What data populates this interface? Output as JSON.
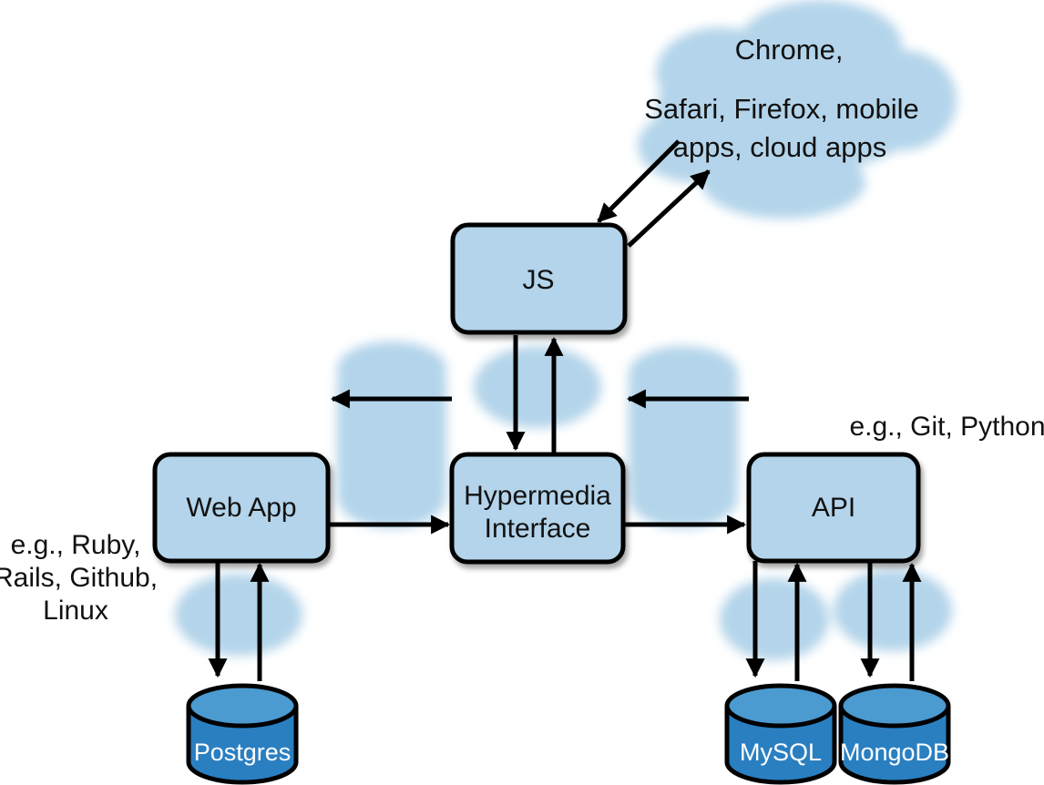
{
  "diagram": {
    "nodes": {
      "js": {
        "label": "JS"
      },
      "hypermedia": {
        "label_line1": "Hypermedia",
        "label_line2": "Interface"
      },
      "webapp": {
        "label": "Web App"
      },
      "api": {
        "label": "API"
      }
    },
    "databases": {
      "postgres": {
        "label": "Postgres"
      },
      "mysql": {
        "label": "MySQL"
      },
      "mongodb": {
        "label": "MongoDB"
      }
    },
    "cloud": {
      "line1": "Chrome,",
      "line2": "Safari, Firefox, mobile",
      "line3": "apps, cloud apps"
    },
    "annotations": {
      "webapp_examples": {
        "line1": "e.g., Ruby,",
        "line2": "Rails, Github,",
        "line3": "Linux"
      },
      "api_examples": {
        "line1": "e.g., Git, Python"
      }
    },
    "edges": [
      {
        "from": "cloud",
        "to": "js"
      },
      {
        "from": "js",
        "to": "cloud"
      },
      {
        "from": "js",
        "to": "hypermedia"
      },
      {
        "from": "hypermedia",
        "to": "js"
      },
      {
        "from": "hypermedia",
        "to": "webapp"
      },
      {
        "from": "webapp",
        "to": "hypermedia"
      },
      {
        "from": "api",
        "to": "hypermedia"
      },
      {
        "from": "hypermedia",
        "to": "api"
      },
      {
        "from": "webapp",
        "to": "postgres"
      },
      {
        "from": "postgres",
        "to": "webapp"
      },
      {
        "from": "api",
        "to": "mysql"
      },
      {
        "from": "mysql",
        "to": "api"
      },
      {
        "from": "api",
        "to": "mongodb"
      },
      {
        "from": "mongodb",
        "to": "api"
      }
    ],
    "colors": {
      "box_fill": "#b3d4ea",
      "cloud_fill": "#b3d4ea",
      "db_fill": "#2a7fc1",
      "db_top": "#4b9ad0",
      "stroke": "#000000"
    }
  }
}
